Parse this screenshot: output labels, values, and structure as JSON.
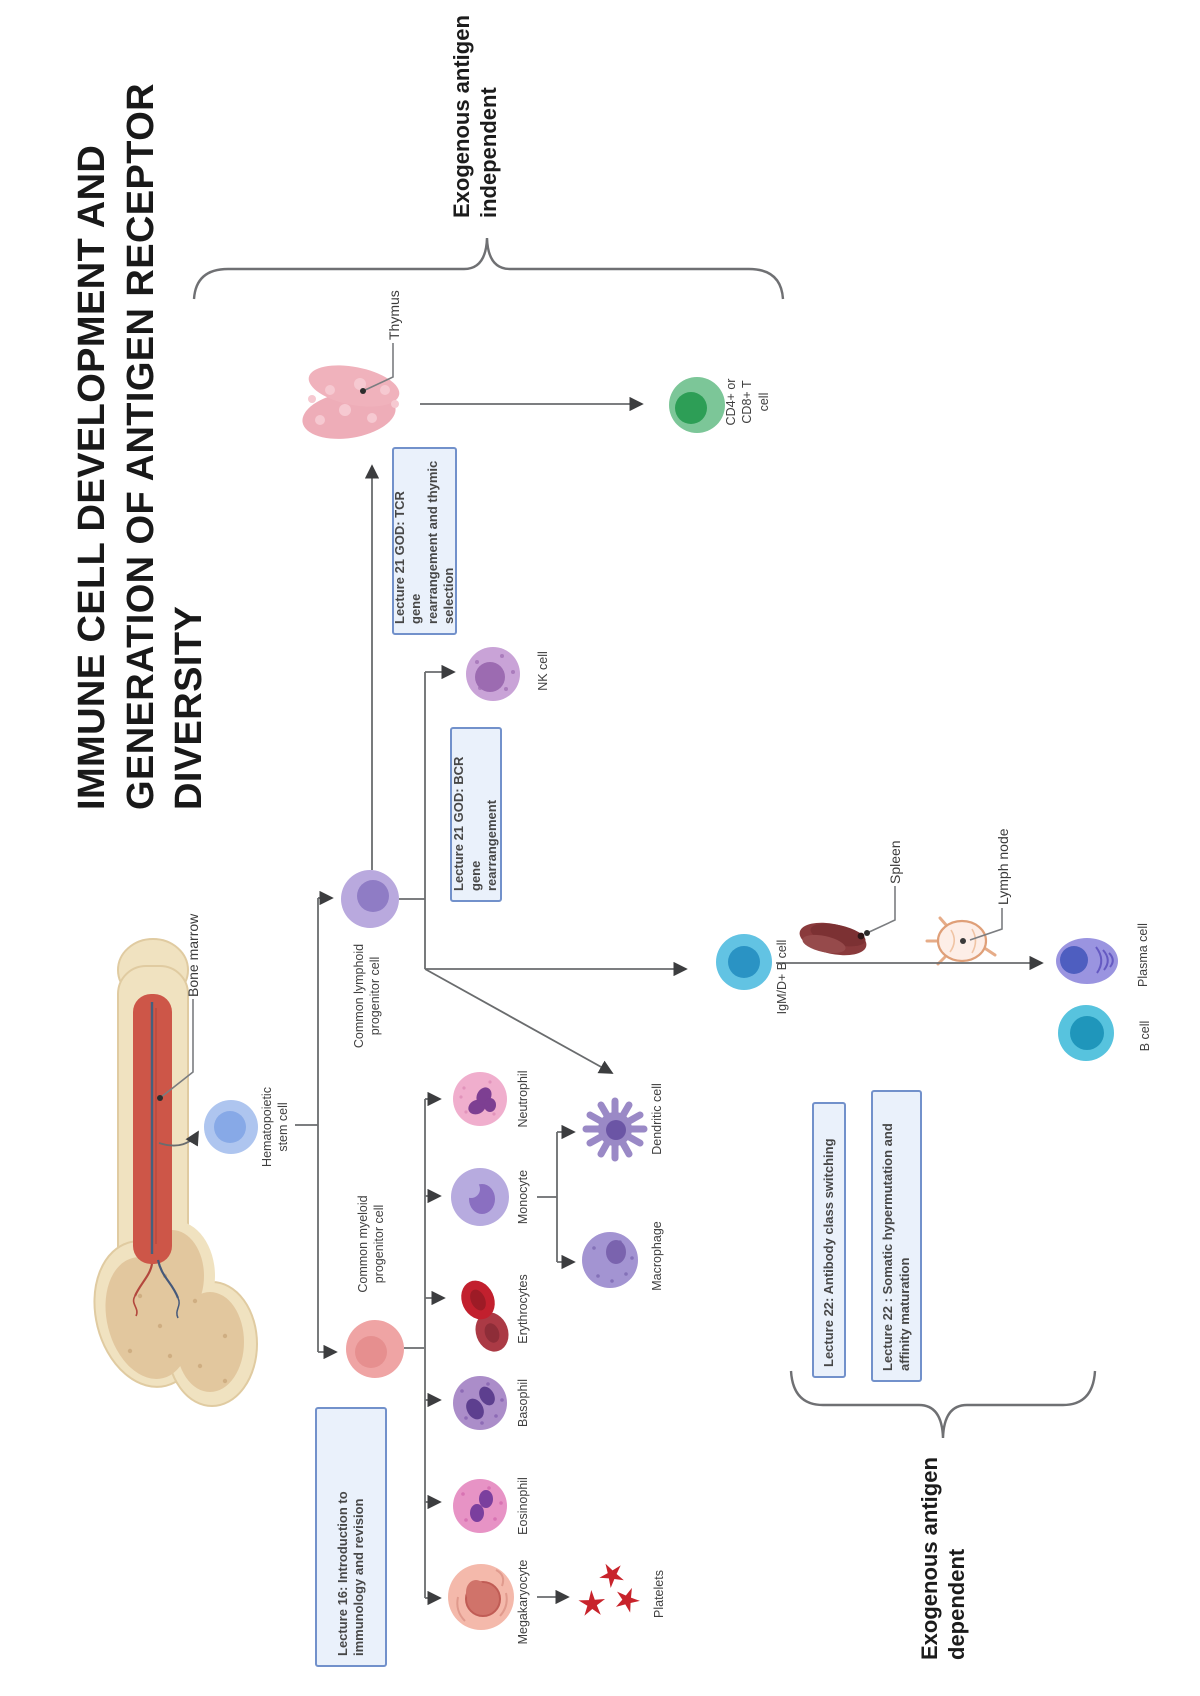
{
  "title": "IMMUNE CELL DEVELOPMENT AND\nGENERATION OF ANTIGEN RECEPTOR\nDIVERSITY",
  "braces": {
    "independent": "Exogenous antigen\nindependent",
    "dependent": "Exogenous antigen\ndependent"
  },
  "lecture_boxes": {
    "intro": "Lecture 16: Introduction to\nimmunology and revision",
    "tcr": "Lecture 21 GOD: TCR gene\nrearrangement and thymic\nselection",
    "bcr": "Lecture 21 GOD: BCR gene\nrearrangement",
    "class_switching": "Lecture 22: Antibody class switching",
    "shm": "Lecture 22 : Somatic hypermutation and\naffinity maturation"
  },
  "organs": {
    "bone_marrow": "Bone marrow",
    "thymus": "Thymus",
    "spleen": "Spleen",
    "lymph_node": "Lymph node"
  },
  "cells": {
    "hsc": "Hematopoietic\nstem cell",
    "clp": "Common lymphoid\nprogenitor cell",
    "cmp": "Common myeloid\nprogenitor cell",
    "neutrophil": "Neutrophil",
    "monocyte": "Monocyte",
    "erythrocytes": "Erythrocytes",
    "basophil": "Basophil",
    "eosinophil": "Eosinophil",
    "megakaryocyte": "Megakaryocyte",
    "platelets": "Platelets",
    "dendritic": "Dendritic cell",
    "macrophage": "Macrophage",
    "nk": "NK cell",
    "t_cell": "CD4+ or\nCD8+ T\ncell",
    "igm_b": "IgM/D+ B cell",
    "b_cell": "B cell",
    "plasma": "Plasma cell"
  },
  "colors": {
    "callout_border": "#7291cb",
    "callout_fill": "#eaf1fb",
    "connector_gray": "#6a6c6e",
    "t_cell_green": "#2d9e56",
    "b_cell_teal": "#57c3de",
    "erythrocyte_red": "#c2202e"
  }
}
